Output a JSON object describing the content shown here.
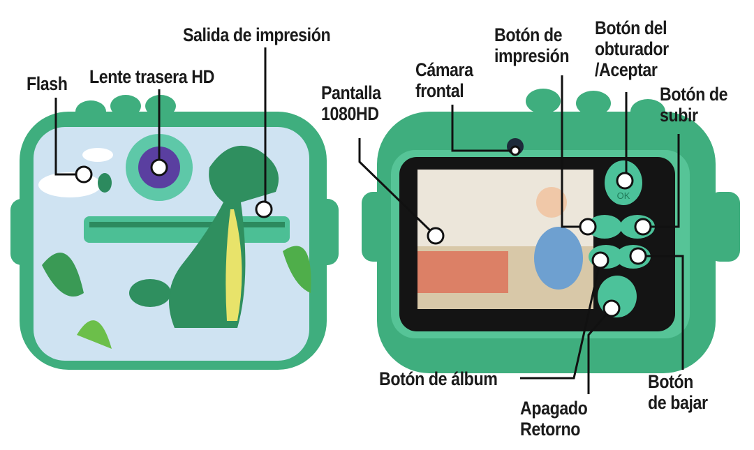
{
  "labels": {
    "flash": "Flash",
    "rear_lens": "Lente trasera HD",
    "print_output": "Salida de impresión",
    "screen": [
      "Pantalla",
      "1080HD"
    ],
    "front_camera": [
      "Cámara",
      "frontal"
    ],
    "print_button": [
      "Botón de",
      "impresión"
    ],
    "shutter_button": [
      "Botón del",
      "obturador",
      "/Aceptar"
    ],
    "up_button": [
      "Botón de",
      "subir"
    ],
    "album_button": "Botón de álbum",
    "power_button": [
      "Apagado",
      "Retorno"
    ],
    "down_button": [
      "Botón",
      "de bajar"
    ]
  },
  "button_glyphs": {
    "ok": "OK"
  },
  "colors": {
    "body_green": "#3fae7e",
    "dark_green": "#2c8a5e",
    "panel_blue": "#cfe3f2",
    "button_teal": "#4cc29a",
    "screen_black": "#141414"
  }
}
